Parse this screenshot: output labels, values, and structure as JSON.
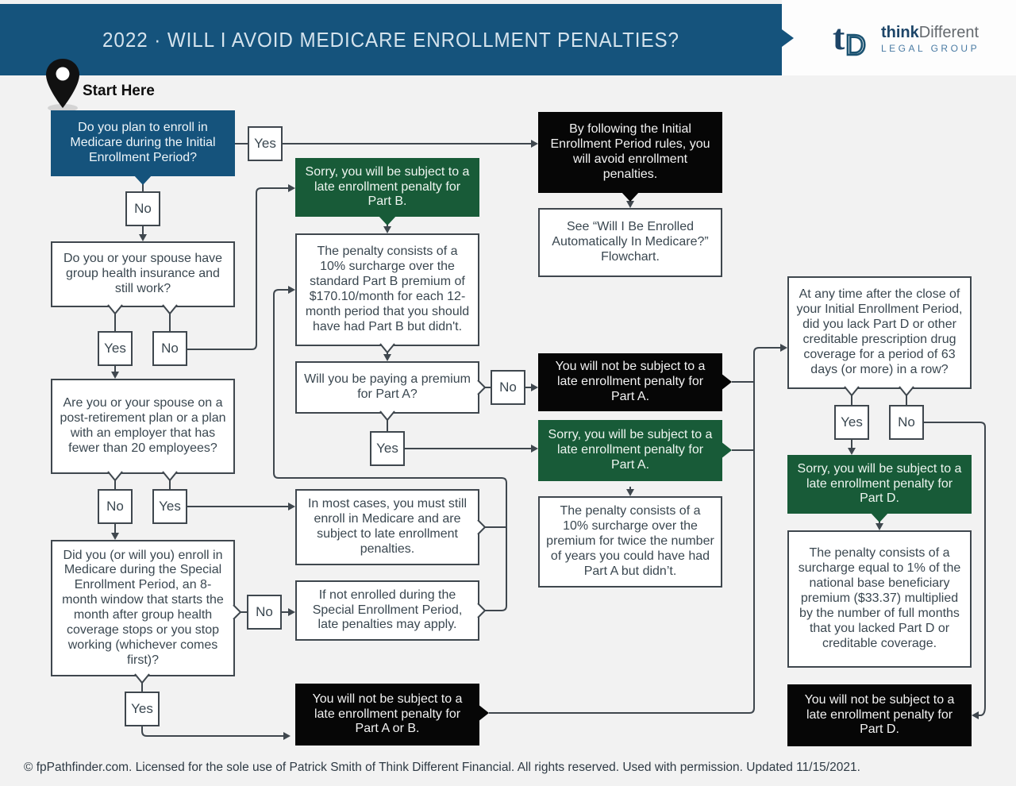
{
  "header": {
    "title": "2022 · WILL I AVOID MEDICARE ENROLLMENT PENALTIES?",
    "logo": {
      "monogram": "tD",
      "name_bold": "think",
      "name_light": "Different",
      "subtitle": "LEGAL GROUP"
    }
  },
  "start_here": "Start Here",
  "labels": {
    "yes": "Yes",
    "no": "No"
  },
  "nodes": {
    "q1": {
      "text": "Do you plan to enroll in Medicare during the Initial Enrollment Period?"
    },
    "black1": {
      "text": "By following the Initial Enrollment Period rules, you will avoid enrollment penalties."
    },
    "white1": {
      "text": "See “Will I Be Enrolled Automatically In Medicare?” Flowchart."
    },
    "q2": {
      "text": "Do you or your spouse have group health insurance and still work?"
    },
    "green1": {
      "text": "Sorry, you will be subject to a late enrollment penalty for Part B."
    },
    "white2": {
      "text": "The penalty consists of a 10% surcharge over the standard Part B premium of $170.10/month for each 12-month period that you should have had Part B but didn't."
    },
    "q3": {
      "text": "Will you be paying a premium for Part A?"
    },
    "black2": {
      "text": "You will not be subject to a late enrollment penalty for Part A."
    },
    "green2": {
      "text": "Sorry, you will be subject to a late enrollment penalty for Part A."
    },
    "white3": {
      "text": "The penalty consists of a 10% surcharge over the premium for twice the number of years you could have had Part A but didn’t."
    },
    "q4": {
      "text": "Are you or your spouse on a post-retirement plan or a plan with an employer that has fewer than 20 employees?"
    },
    "white4": {
      "text": "In most cases, you must still enroll in Medicare and are subject to late enrollment penalties."
    },
    "white5": {
      "text": "If not enrolled during the Special Enrollment Period, late penalties may apply."
    },
    "q5": {
      "text": "Did you (or will you) enroll in Medicare during the Special Enrollment Period, an 8-month window that starts the month after group health coverage stops or you stop working (whichever comes first)?"
    },
    "black3": {
      "text": "You will not be subject to a late enrollment penalty for Part A or B."
    },
    "q6": {
      "text": "At any time after the close of your Initial Enrollment Period, did you lack Part D or other creditable prescription drug coverage for a period of 63 days (or more) in a row?"
    },
    "green3": {
      "text": "Sorry, you will be subject to a late enrollment penalty for Part D."
    },
    "white6": {
      "text": "The penalty consists of a surcharge equal to 1% of the national base beneficiary premium ($33.37) multiplied by the number of full months that you lacked Part D or creditable coverage."
    },
    "black4": {
      "text": "You will not be subject to a late enrollment penalty for Part D."
    }
  },
  "footer": "© fpPathfinder.com. Licensed for the sole use of Patrick Smith of Think Different Financial. All rights reserved. Used with permission. Updated 11/15/2021.",
  "colors": {
    "header_blue": "#15537c",
    "green": "#185b38",
    "black": "#060606",
    "line": "#3f474e",
    "background": "#f2f2f2",
    "logo_navy": "#1d4568",
    "logo_gray": "#64696e",
    "logo_blue": "#4a7ba3"
  }
}
